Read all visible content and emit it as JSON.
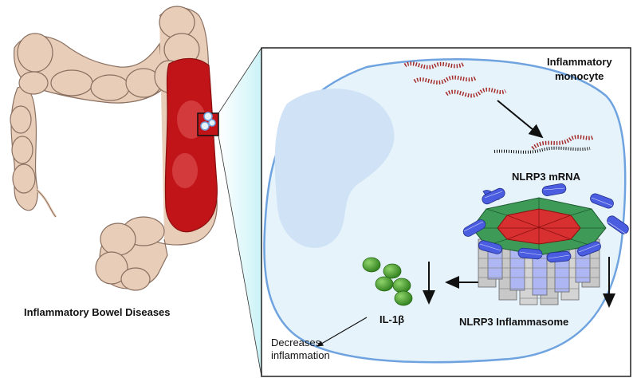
{
  "labels": {
    "cell_title_line1": "Inflammatory",
    "cell_title_line2": "monocyte",
    "mrna": "NLRP3 mRNA",
    "inflammasome": "NLRP3 Inflammasome",
    "il1b": "IL-1β",
    "decreases_line1": "Decreases",
    "decreases_line2": "inflammation",
    "disease": "Inflammatory Bowel Diseases"
  },
  "colors": {
    "colon_tissue": "#e8cdb8",
    "colon_outline": "#8a7060",
    "inflamed": "#c01418",
    "zoom_panel_fill": "#d6f6f8",
    "zoom_panel_border": "#222222",
    "cell_fill": "#e6f3fb",
    "cell_outline": "#6fa3e0",
    "nucleus": "#cfe2f6",
    "mrna": "#a52a2a",
    "il1b_granule": "#3f9a2a",
    "inflammasome_red": "#d83030",
    "inflammasome_green": "#3e9a57",
    "inflammasome_blue": "#4a5ce0",
    "inflammasome_grey": "#c8c8c8"
  },
  "icons": [
    "colon-illustration",
    "zoom-callout",
    "monocyte-cell",
    "nucleus",
    "mrna-strands",
    "arrow-icon",
    "inflammasome-structure",
    "il1b-granules"
  ]
}
